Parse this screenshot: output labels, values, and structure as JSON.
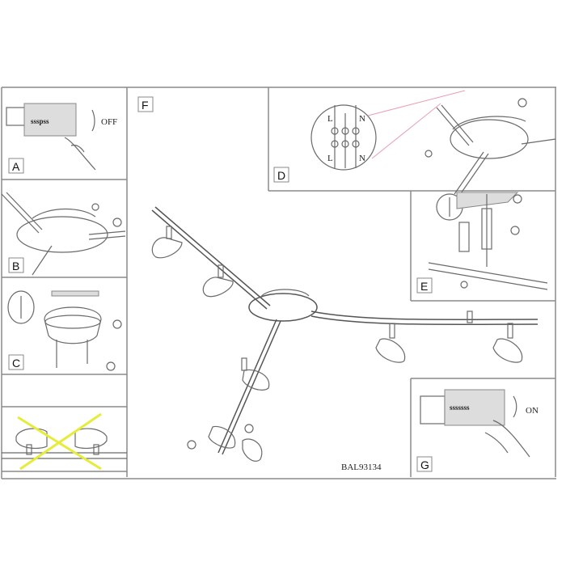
{
  "panels": {
    "a": {
      "label": "A",
      "switch_text": "OFF"
    },
    "b": {
      "label": "B"
    },
    "c": {
      "label": "C"
    },
    "d": {
      "label": "D",
      "terminal_top_left": "L",
      "terminal_top_right": "N",
      "terminal_bottom_left": "L",
      "terminal_bottom_right": "N"
    },
    "e": {
      "label": "E"
    },
    "f": {
      "label": "F",
      "model_code": "BAL93134"
    },
    "g": {
      "label": "G",
      "switch_text": "ON"
    }
  },
  "colors": {
    "cross_mark": "#e6ec3a",
    "callout_line": "#e8a0b0",
    "line": "#6a6a6a"
  }
}
